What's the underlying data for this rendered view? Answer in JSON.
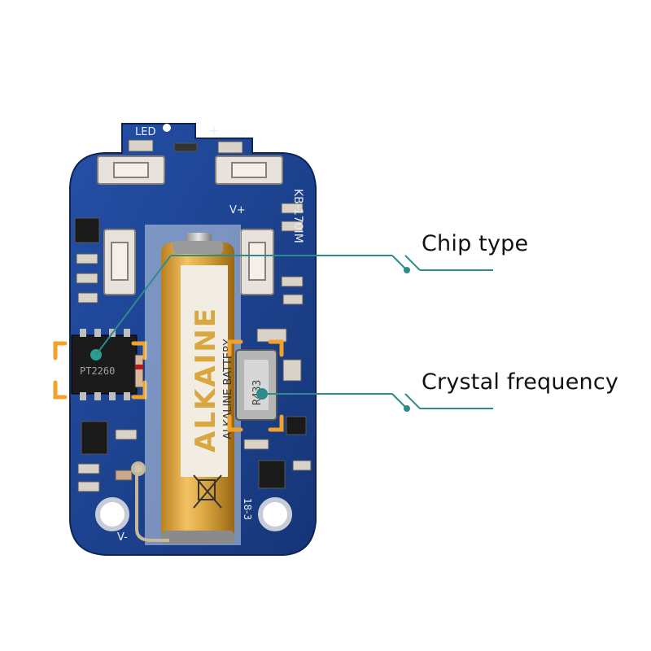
{
  "photo": {
    "board_model": "KB-170IM",
    "silkscreen_led": "LED",
    "silkscreen_plus": "+",
    "silkscreen_vplus": "V+",
    "silkscreen_vminus": "V-",
    "silkscreen_date": "18-3",
    "chip_marking": "PT2260",
    "crystal_marking": "R433",
    "battery_brand": "ALKAINE",
    "battery_small_text": "ALKALINE BATTERY",
    "colors": {
      "pcb": "#1d3f8f",
      "battery_gold": "#d9a640",
      "battery_white": "#f1ede2",
      "callout_teal": "#2e8b8b",
      "highlight_orange": "#f3a12a"
    }
  },
  "callouts": {
    "chip_type": "Chip type",
    "crystal_frequency": "Crystal frequency"
  }
}
